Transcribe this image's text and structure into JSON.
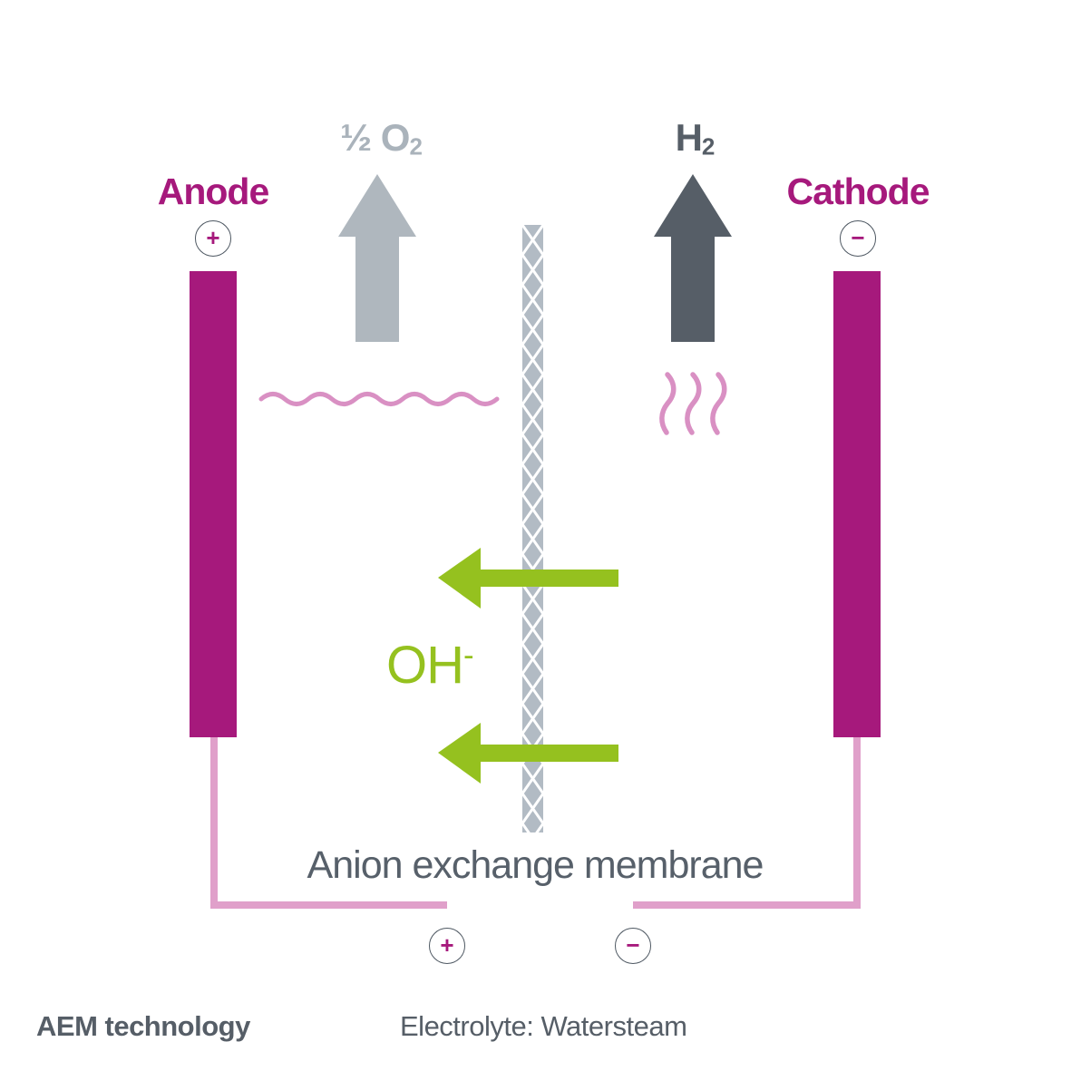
{
  "diagram": {
    "anode": {
      "label": "Anode",
      "terminal_sign": "+"
    },
    "cathode": {
      "label": "Cathode",
      "terminal_sign": "−"
    },
    "oxygen": {
      "base": "½ O",
      "sub": "2"
    },
    "hydrogen": {
      "base": "H",
      "sub": "2"
    },
    "hydroxide": {
      "base": "OH",
      "sup": "-"
    },
    "membrane_label": "Anion exchange membrane",
    "power": {
      "positive_sign": "+",
      "negative_sign": "−"
    }
  },
  "footer": {
    "technology": "AEM technology",
    "electrolyte": "Electrolyte: Watersteam"
  },
  "colors": {
    "magenta": "#a6197c",
    "green": "#95c11f",
    "oxygen_gray": "#aab3bb",
    "hydrogen_dark_gray": "#565e67",
    "label_gray": "#57606a",
    "water_pink": "#d990c3",
    "wire_pink": "#e0a0ca",
    "membrane_gray": "#b2bbc4"
  }
}
